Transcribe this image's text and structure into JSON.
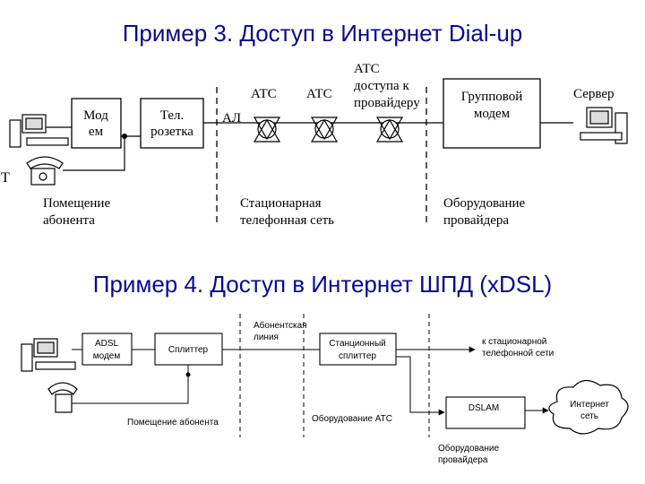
{
  "example3": {
    "title": "Пример 3. Доступ в Интернет  Dial-up",
    "modem": [
      "Мод",
      "ем"
    ],
    "socket": [
      "Тел.",
      "розетка"
    ],
    "al": "АЛ",
    "ats1": "АТС",
    "ats2": "АТС",
    "ats3": [
      "АТС",
      "доступа к",
      "провайдеру"
    ],
    "group_modem": [
      "Групповой",
      "модем"
    ],
    "server": "Сервер",
    "phone_t": "Т",
    "zone1": [
      "Помещение",
      "абонента"
    ],
    "zone2": [
      "Стационарная",
      "телефонная сеть"
    ],
    "zone3": [
      "Оборудование",
      "провайдера"
    ]
  },
  "example4": {
    "title": "Пример 4. Доступ в Интернет ШПД (xDSL)",
    "adsl": [
      "ADSL",
      "модем"
    ],
    "splitter": "Сплиттер",
    "line": [
      "Абонентская",
      "линия"
    ],
    "st_splitter": [
      "Станционный",
      "сплиттер"
    ],
    "to_phone": [
      "к стационарной",
      "телефонной сети"
    ],
    "dslam": "DSLAM",
    "cloud": [
      "Интернет",
      "сеть"
    ],
    "zone1": "Помещение абонента",
    "zone2": "Оборудование АТС",
    "zone3": [
      "Оборудование",
      "провайдера"
    ]
  }
}
